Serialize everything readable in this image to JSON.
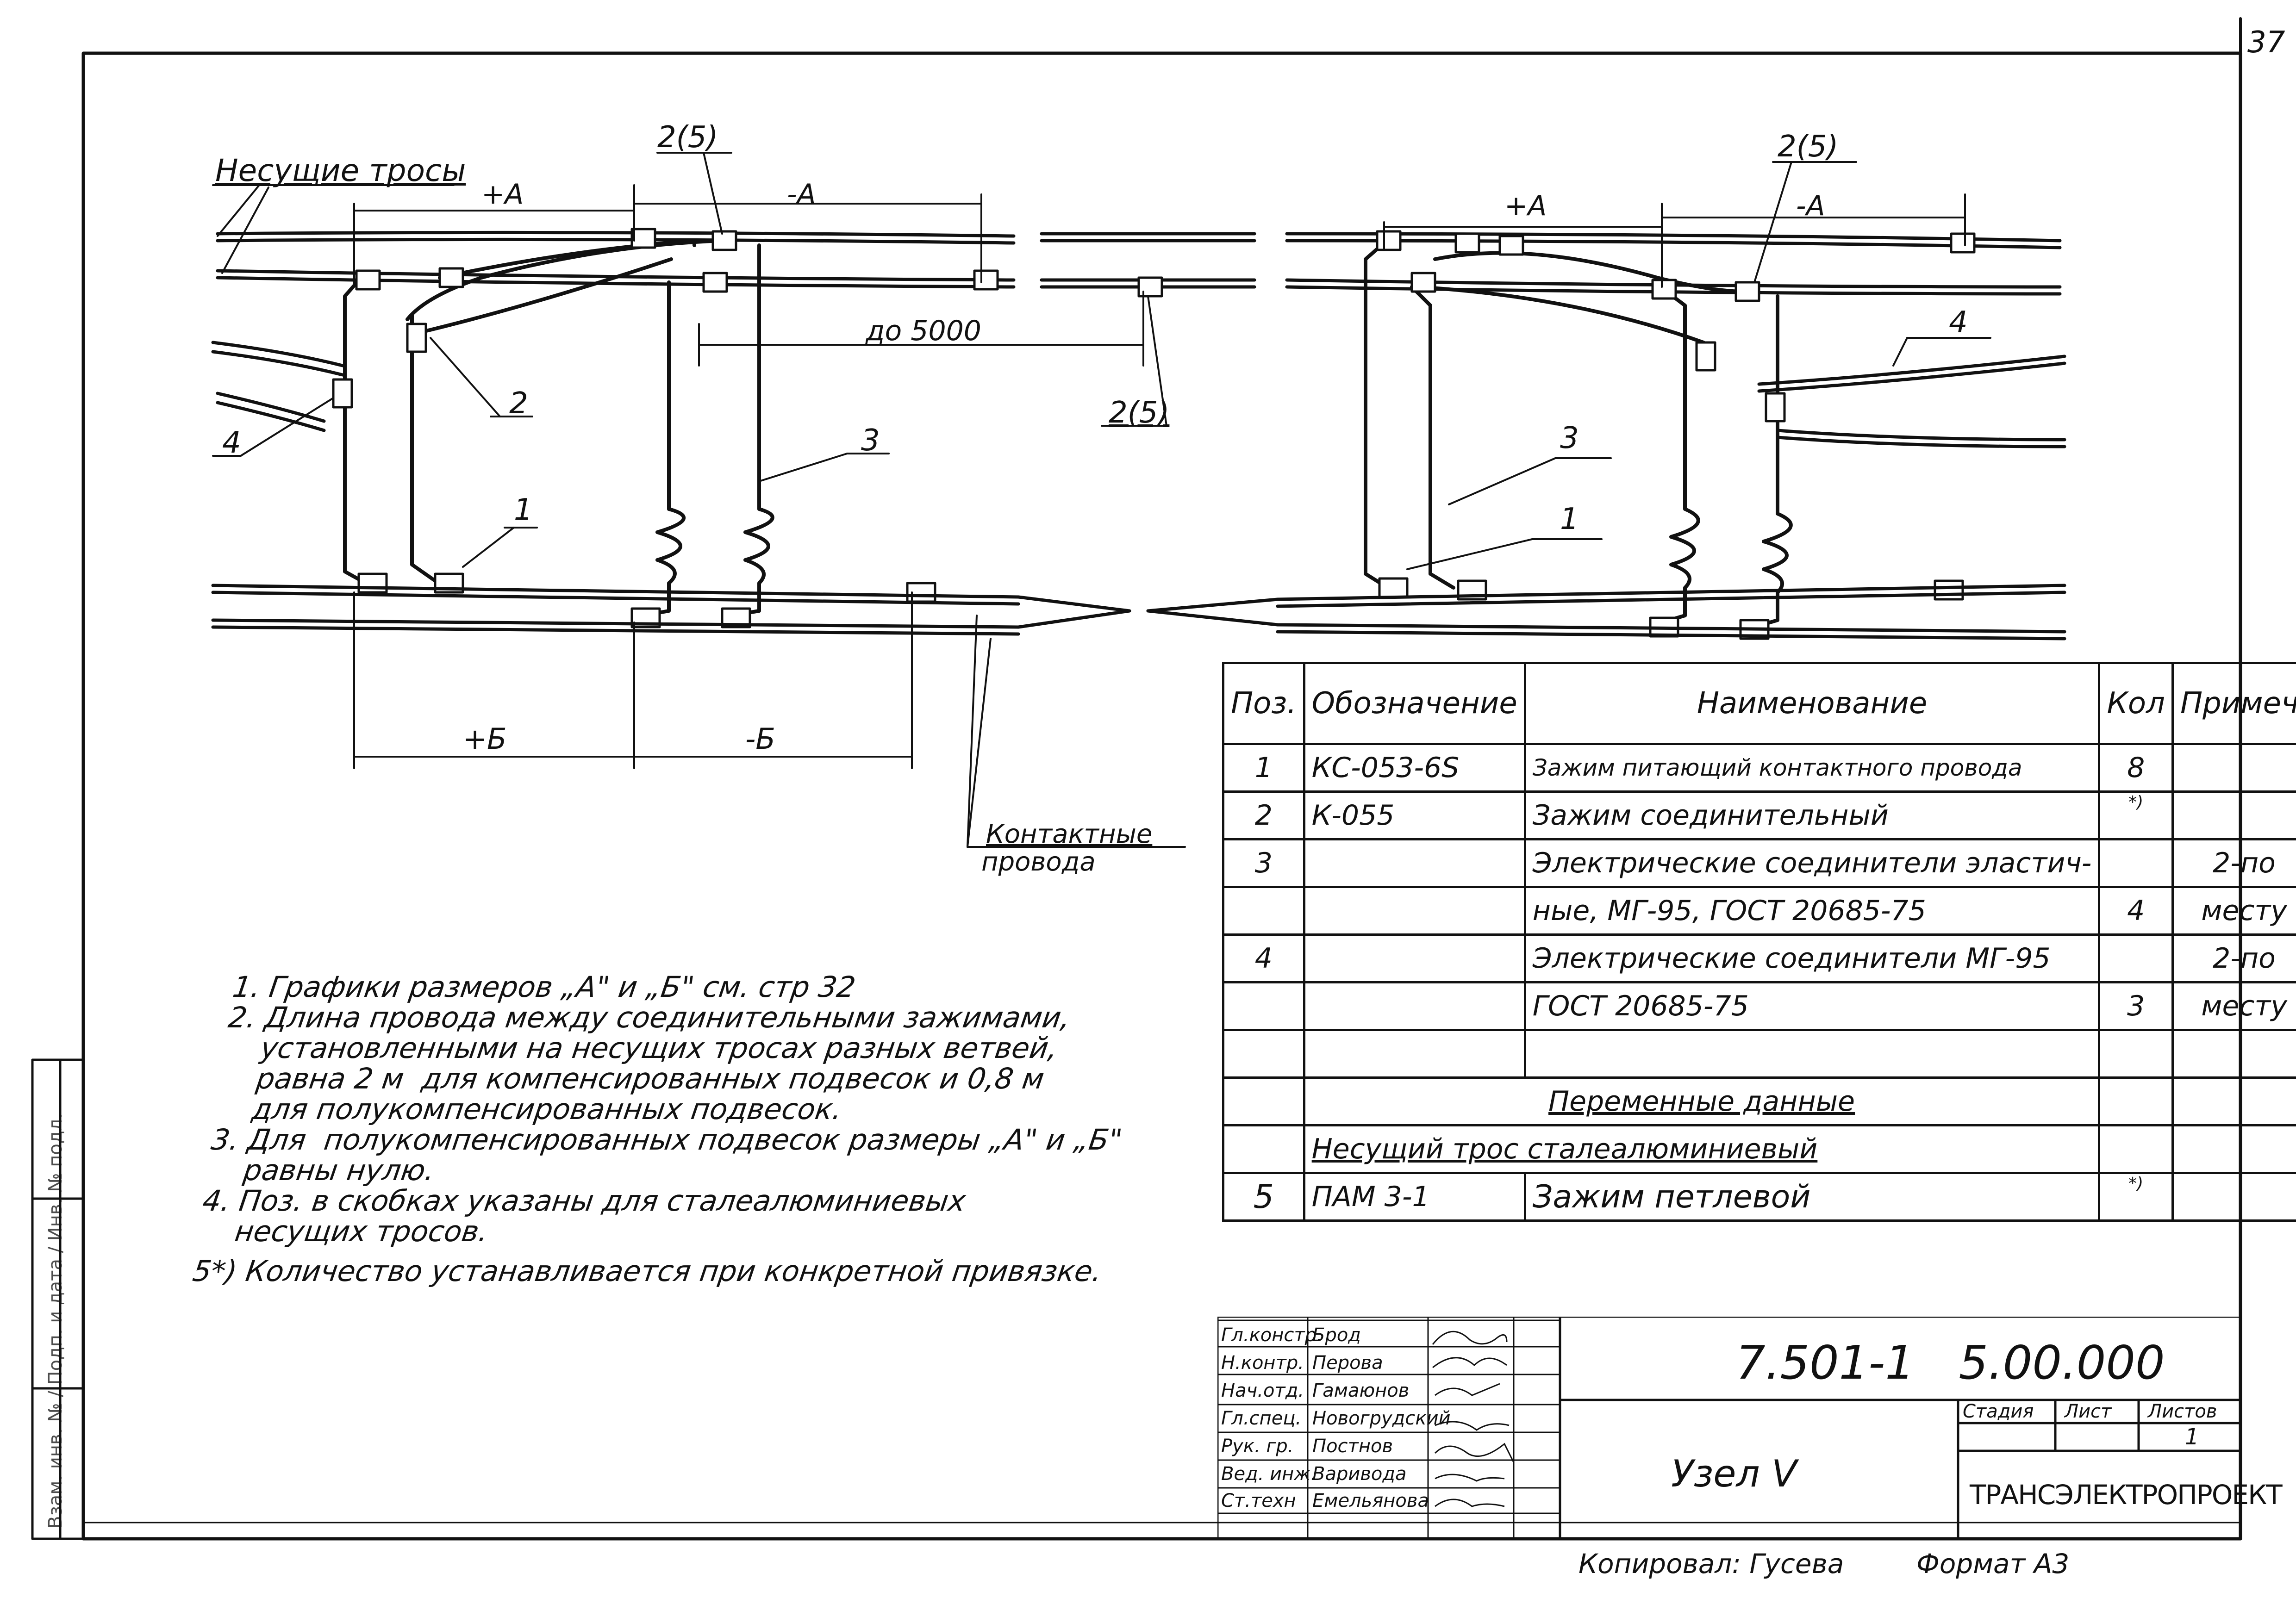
{
  "page_number": "37",
  "drawing": {
    "label_carrier_cables": "Несущие тросы",
    "label_plus_a_left": "+A",
    "label_minus_a_left": "-A",
    "label_2_5_top_left": "2(5)",
    "label_up_to_5000": "до 5000",
    "label_2_5_mid": "2(5)",
    "label_2_left": "2",
    "label_3_left": "3",
    "label_1_left": "1",
    "label_4_left": "4",
    "label_plus_b": "+Б",
    "label_minus_b": "-Б",
    "label_contact_wires_1": "Контактные",
    "label_contact_wires_2": "провода",
    "label_plus_a_right": "+A",
    "label_minus_a_right": "-A",
    "label_2_5_top_right": "2(5)",
    "label_4_right": "4",
    "label_3_right": "3",
    "label_1_right": "1"
  },
  "notes": [
    "1. Графики размеров „А\" и „Б\" см. стр 32",
    "2. Длина провода между соединительными зажимами,",
    "    установленными на несущих тросах разных ветвей,",
    "    равна 2 м  для компенсированных подвесок и 0,8 м",
    "    для полукомпенсированных подвесок.",
    "3. Для  полукомпенсированных подвесок размеры „А\" и „Б\"",
    "    равны нулю.",
    "4. Поз. в скобках указаны для сталеалюминиевых",
    "    несущих тросов.",
    "5*) Количество устанавливается при конкретной привязке."
  ],
  "spec_table": {
    "headers": [
      "Поз.",
      "Обозначение",
      "Наименование",
      "Кол",
      "Примеч."
    ],
    "rows": [
      [
        "1",
        "КС-053-6S",
        "Зажим питающий контактного провода",
        "8",
        ""
      ],
      [
        "2",
        "К-055",
        "Зажим соединительный",
        "*)",
        ""
      ],
      [
        "3",
        "",
        "Электрические соединители эластич-",
        "",
        "2-по"
      ],
      [
        "",
        "",
        "ные, МГ-95, ГОСТ 20685-75",
        "4",
        "месту"
      ],
      [
        "4",
        "",
        "Электрические соединители МГ-95",
        "",
        "2-по"
      ],
      [
        "",
        "",
        "ГОСТ 20685-75",
        "3",
        "месту"
      ],
      [
        "",
        "",
        "",
        "",
        ""
      ]
    ],
    "section_title": "Переменные данные",
    "section_subtitle": "Несущий трос  сталеалюминиевый",
    "last_row": [
      "5",
      "ПАМ 3-1",
      "Зажим  петлевой",
      "*)",
      ""
    ]
  },
  "title_block": {
    "roles": [
      "Гл.констр.",
      "Н.контр.",
      "Нач.отд.",
      "Гл.спец.",
      "Рук. гр.",
      "Вед. инж.",
      "Ст.техн"
    ],
    "names": [
      "Брод",
      "Перова",
      "Гамаюнов",
      "Новогрудский",
      "Постнов",
      "Варивода",
      "Емельянова"
    ],
    "doc_number": "7.501-1   5.00.000",
    "node_name": "Узел V",
    "stage_label": "Стадия",
    "sheet_label": "Лист",
    "sheets_label": "Листов",
    "sheets_value": "1",
    "organization": "ТРАНСЭЛЕКТРОПРОЕКТ",
    "copied_by": "Копировал: Гусева",
    "format": "Формат  А3"
  },
  "side_stamp": "Взам. инв. № / Подп. и дата / Инв. № подл."
}
